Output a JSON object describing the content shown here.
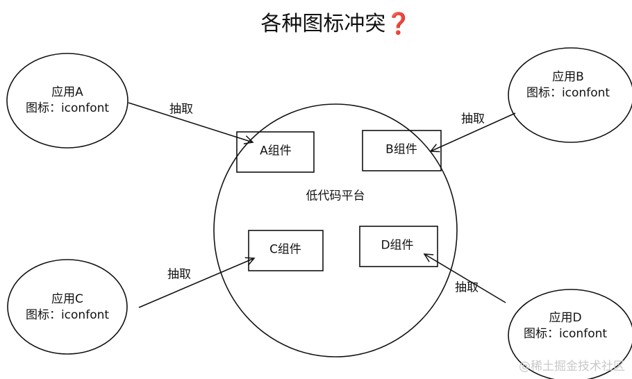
{
  "title": {
    "text": "各种图标冲突",
    "mark": "❓"
  },
  "platform": {
    "label": "低代码平台"
  },
  "components": [
    "A组件",
    "B组件",
    "C组件",
    "D组件"
  ],
  "apps": [
    {
      "name": "应用A",
      "icon": "图标：iconfont"
    },
    {
      "name": "应用B",
      "icon": "图标：iconfont"
    },
    {
      "name": "应用C",
      "icon": "图标：iconfont"
    },
    {
      "name": "应用D",
      "icon": "图标：iconfont"
    }
  ],
  "edge_label": "抽取",
  "watermark": "@稀土掘金技术社区",
  "colors": {
    "accent": "#c0191f",
    "stroke": "#111111"
  }
}
